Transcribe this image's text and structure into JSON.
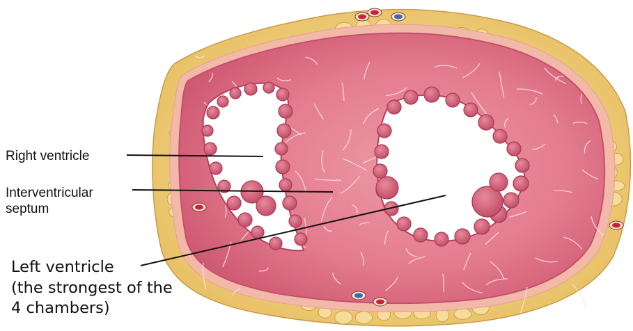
{
  "diagram": {
    "subject": "Cross-section of heart ventricles",
    "labels": {
      "right_ventricle": "Right ventricle",
      "interventricular_septum": [
        "Interventricular",
        "septum"
      ],
      "left_ventricle": [
        "Left ventricle",
        "(the strongest of the",
        "4 chambers)"
      ]
    }
  },
  "colors": {
    "fat": "#efcf86",
    "fat_edge": "#d9a94c",
    "muscle": "#e3788d",
    "muscle_dark": "#c54c67",
    "pericardium": "#f3b4a8",
    "vessel_red": "#c8233a",
    "vessel_blue": "#4169a8",
    "leader_line": "#111111"
  }
}
